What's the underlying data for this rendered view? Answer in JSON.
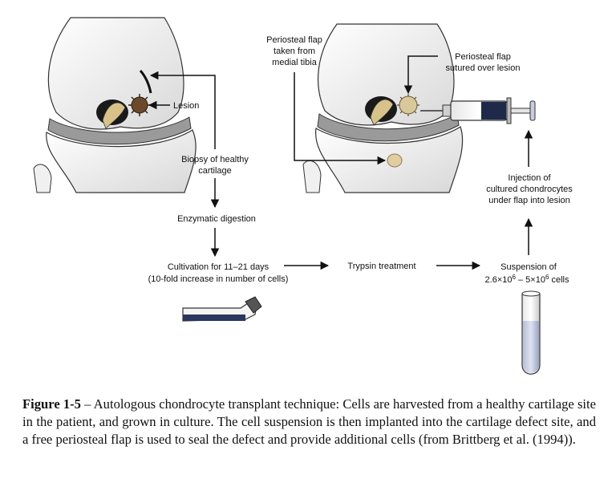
{
  "labels": {
    "lesion": "Lesion",
    "biopsy": [
      "Biopsy of healthy",
      "cartilage"
    ],
    "enzymatic": "Enzymatic digestion",
    "cultivation": [
      "Cultivation for 11–21 days",
      "(10-fold increase in number of cells)"
    ],
    "trypsin": "Trypsin treatment",
    "suspension_line1": "Suspension of",
    "suspension_line2": {
      "a": "2.6×10",
      "a_exp": "6",
      "b": " – 5×10",
      "b_exp": "6",
      "c": " cells"
    },
    "injection": [
      "Injection of",
      "cultured chondrocytes",
      "under flap into lesion"
    ],
    "periosteal_taken": [
      "Periosteal flap",
      "taken from",
      "medial tibia"
    ],
    "periosteal_sutured": [
      "Periosteal flap",
      "sutured over lesion"
    ]
  },
  "caption": {
    "label": "Figure 1-5",
    "text": " – Autologous chondrocyte transplant technique: Cells are harvested from a healthy cartilage site in the patient, and grown in culture. The cell suspension is then implanted into the cartilage defect site, and a free periosteal flap is used to seal the defect and provide additional cells (from Brittberg et al. (1994))."
  }
}
